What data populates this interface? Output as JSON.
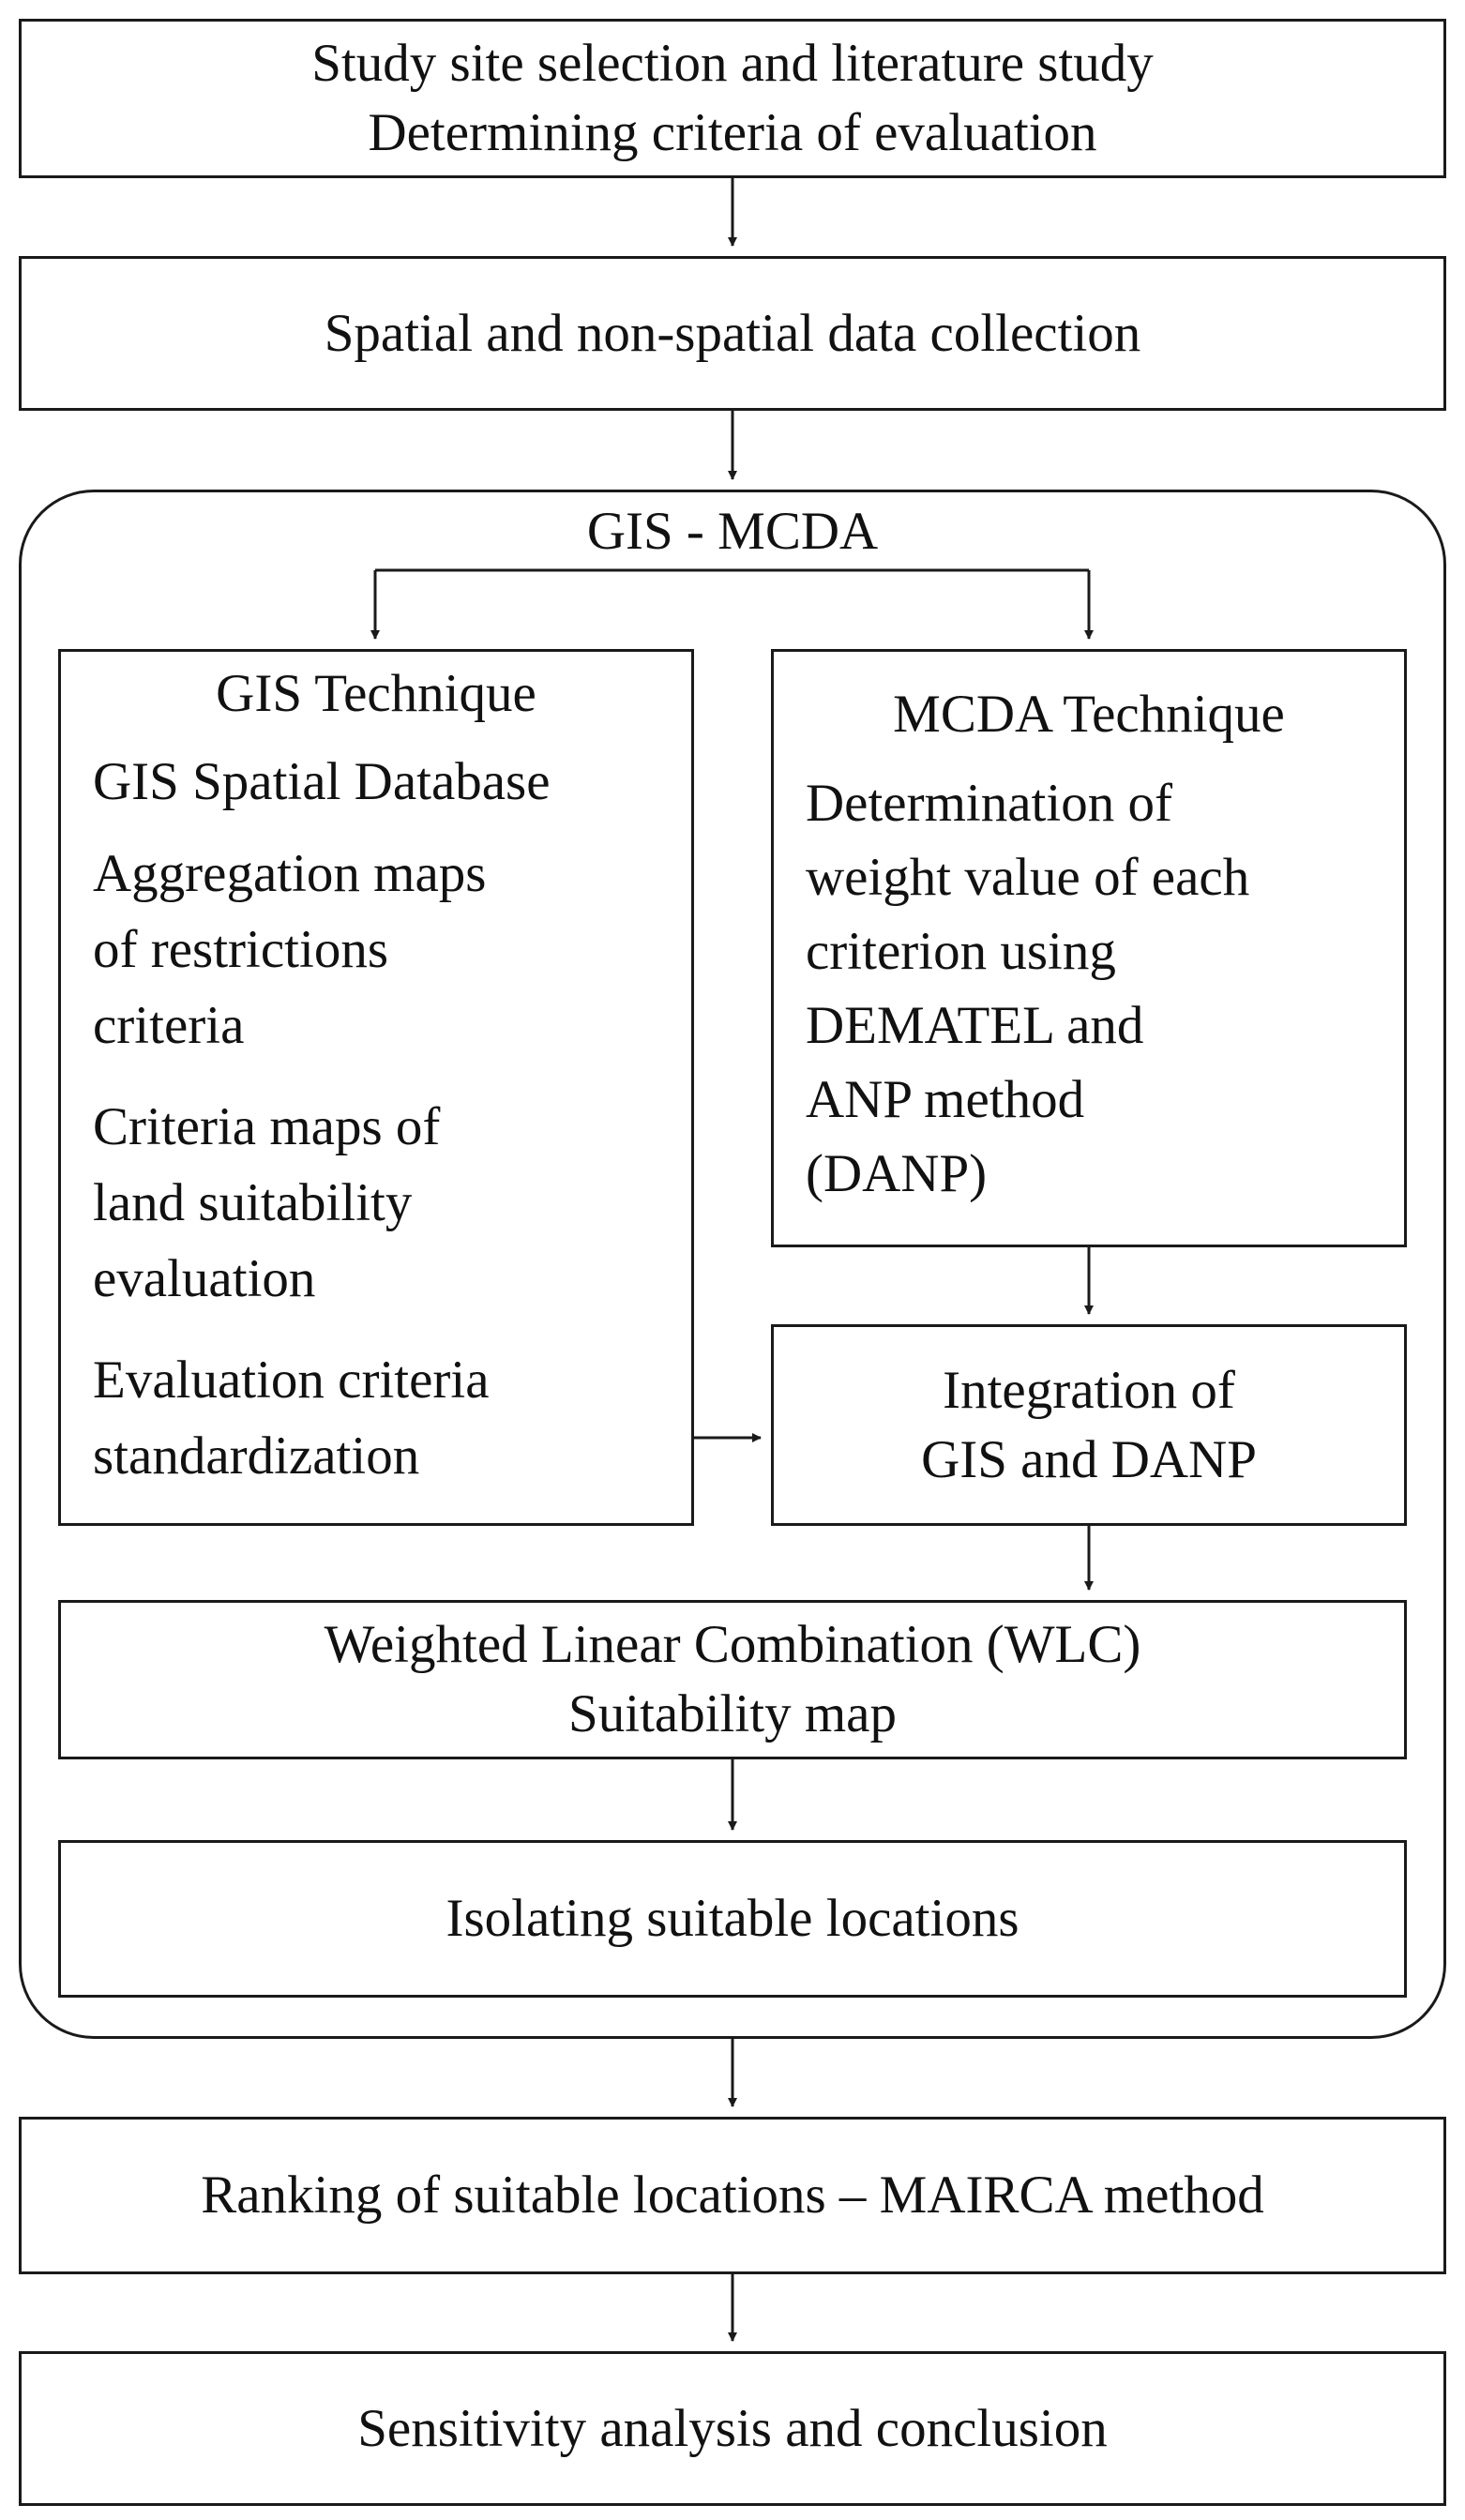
{
  "steps": {
    "study": {
      "line1": "Study site selection and literature study",
      "line2": "Determining criteria of evaluation"
    },
    "data_collection": "Spatial and non-spatial data collection",
    "ranking": "Ranking of suitable locations – MAIRCA method",
    "sensitivity": "Sensitivity analysis and conclusion"
  },
  "gis_mcda": {
    "title": "GIS - MCDA",
    "gis": {
      "title": "GIS Technique",
      "items": [
        "GIS Spatial Database",
        "Aggregation maps\nof restrictions\ncriteria",
        "Criteria maps of\nland suitability\nevaluation",
        "Evaluation criteria\nstandardization"
      ]
    },
    "mcda": {
      "title": "MCDA Technique",
      "text": "Determination of\nweight value of each\ncriterion using\nDEMATEL and\nANP method\n(DANP)"
    },
    "integration": {
      "line1": "Integration of",
      "line2": "GIS and DANP"
    },
    "wlc": {
      "line1": "Weighted Linear Combination (WLC)",
      "line2": "Suitability map"
    },
    "isolating": "Isolating suitable locations"
  }
}
